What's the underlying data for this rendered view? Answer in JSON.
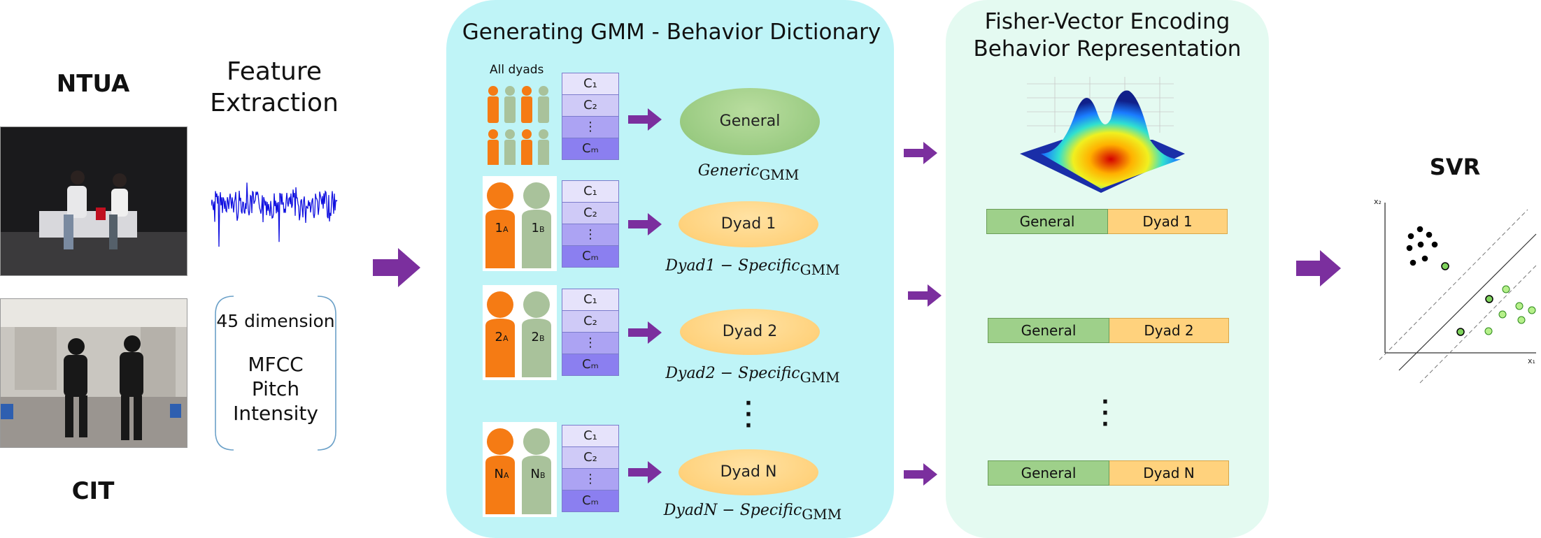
{
  "left": {
    "site_top": "NTUA",
    "site_bottom": "CIT",
    "feature_title_1": "Feature",
    "feature_title_2": "Extraction",
    "feature_dim": "45 dimension",
    "feature_1": "MFCC",
    "feature_2": "Pitch",
    "feature_3": "Intensity"
  },
  "gmm": {
    "title": "Generating GMM -  Behavior Dictionary",
    "all_dyads_label": "All dyads",
    "clusters": [
      "C₁",
      "C₂",
      "⋮",
      "Cₘ"
    ],
    "general_label": "General",
    "general_caption": "Generic",
    "dyads": [
      {
        "a": "1",
        "b": "1",
        "name": "Dyad 1",
        "caption": "Dyad1 − Specific"
      },
      {
        "a": "2",
        "b": "2",
        "name": "Dyad 2",
        "caption": "Dyad2 − Specific"
      },
      {
        "a": "N",
        "b": "N",
        "name": "Dyad N",
        "caption": "DyadN − Specific"
      }
    ],
    "person_sub_a": "A",
    "person_sub_b": "B",
    "gmm_subscript": "GMM"
  },
  "fv": {
    "title_1": "Fisher-Vector Encoding",
    "title_2": "Behavior Representation",
    "general": "General",
    "dyads": [
      "Dyad 1",
      "Dyad 2",
      "Dyad N"
    ]
  },
  "svr": {
    "title": "SVR",
    "x1": "x₁",
    "x2": "x₂"
  },
  "colors": {
    "panel_gmm": "#bff4f7",
    "panel_fv": "#e4faf1",
    "arrow": "#7b2f9e",
    "person_a": "#f57b14",
    "person_b": "#a9c29b",
    "cluster_top": "#e4e2fb",
    "cluster_bottom": "#8476ee",
    "green": "#9ed08a",
    "orange": "#ffd27d",
    "waveform": "#1010e0"
  }
}
